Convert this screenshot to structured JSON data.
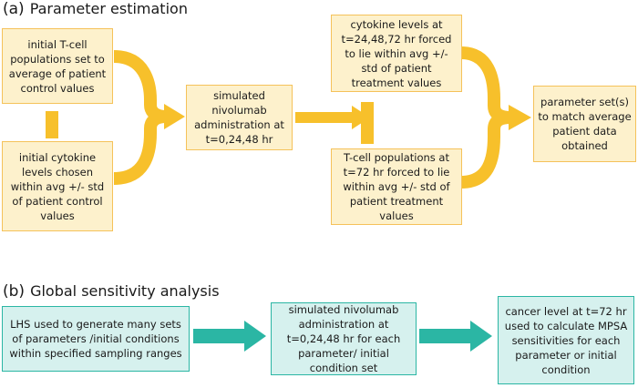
{
  "section_a": {
    "letter": "(a)",
    "title": "Parameter estimation",
    "boxes": {
      "tcell_init": "initial T-cell populations set to average of patient control values",
      "cytokine_init": "initial cytokine levels chosen within avg +/- std of patient control values",
      "simulated": "simulated nivolumab administration at t=0,24,48 hr",
      "cytokine_forced": "cytokine levels at t=24,48,72 hr forced to lie within avg +/- std of patient treatment values",
      "tcell_forced": "T-cell populations at t=72 hr forced to lie within avg +/- std of patient treatment values",
      "param_sets": "parameter set(s) to match average patient data obtained"
    }
  },
  "section_b": {
    "letter": "(b)",
    "title": "Global sensitivity analysis",
    "boxes": {
      "lhs": "LHS used to generate many sets of parameters /initial conditions within specified sampling ranges",
      "simulated": "simulated nivolumab administration at t=0,24,48 hr for each parameter/ initial condition set",
      "cancer": "cancer level at t=72 hr used to calculate MPSA sensitivities for each parameter or initial condition"
    }
  },
  "colors": {
    "yellow_fill": "#fdf1cc",
    "yellow_border": "#f5c25a",
    "yellow_arrow": "#f7c02b",
    "teal_fill": "#d6f1ee",
    "teal_border": "#2bb6a4",
    "teal_arrow": "#2bb6a4"
  }
}
